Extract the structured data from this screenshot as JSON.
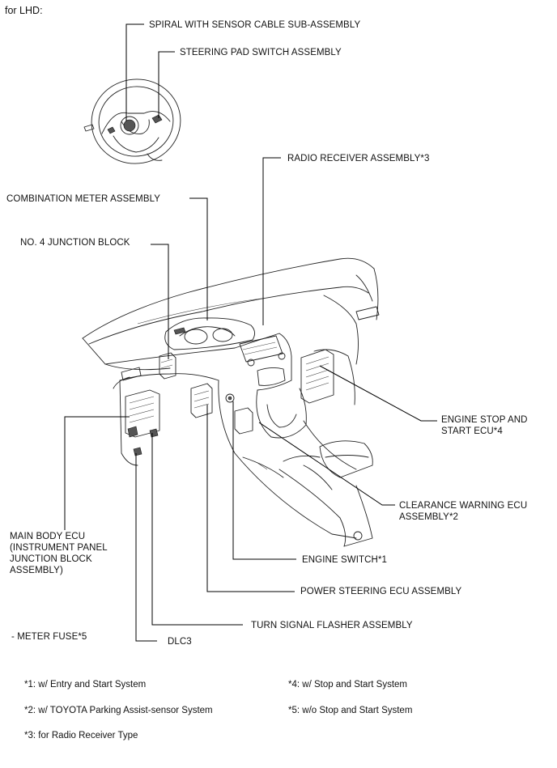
{
  "title": "for LHD:",
  "labels": {
    "spiral": "SPIRAL WITH SENSOR CABLE SUB-ASSEMBLY",
    "steering_pad": "STEERING PAD SWITCH ASSEMBLY",
    "radio": "RADIO RECEIVER ASSEMBLY*3",
    "combination_meter": "COMBINATION METER ASSEMBLY",
    "junction_block": "NO. 4 JUNCTION BLOCK",
    "engine_stop": "ENGINE STOP AND\nSTART ECU*4",
    "clearance": "CLEARANCE WARNING ECU\nASSEMBLY*2",
    "main_body": "MAIN BODY ECU\n(INSTRUMENT PANEL\nJUNCTION BLOCK\nASSEMBLY)",
    "engine_switch": "ENGINE SWITCH*1",
    "power_steering": "POWER STEERING ECU ASSEMBLY",
    "turn_signal": "TURN SIGNAL FLASHER ASSEMBLY",
    "meter_fuse": "- METER FUSE*5",
    "dlc3": "DLC3"
  },
  "notes": {
    "n1": "*1: w/ Entry and Start System",
    "n2": "*2: w/ TOYOTA Parking Assist-sensor System",
    "n3": "*3: for Radio Receiver Type",
    "n4": "*4: w/ Stop and Start System",
    "n5": "*5: w/o Stop and Start System"
  }
}
